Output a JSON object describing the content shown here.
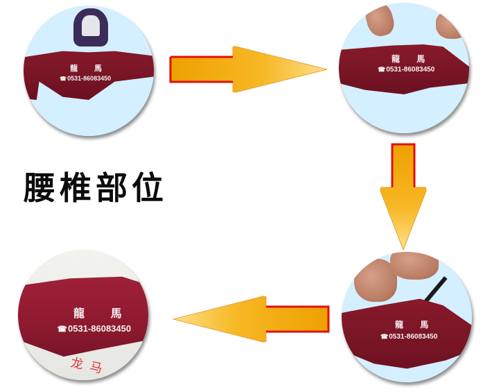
{
  "title": "腰椎部位",
  "steps": [
    {
      "position": "top-left",
      "brand": "龍 馬",
      "phone": "0531-86083450",
      "phone_icon": "telephone-icon"
    },
    {
      "position": "top-right",
      "brand": "龍 馬",
      "phone": "0531-86083450",
      "phone_icon": "telephone-icon"
    },
    {
      "position": "bottom-right",
      "brand": "龍 馬",
      "phone": "0531-86083450",
      "phone_icon": "telephone-icon"
    },
    {
      "position": "bottom-left",
      "brand": "龍 馬",
      "phone": "0531-86083450",
      "phone_icon": "telephone-icon",
      "tag_text": "龙马"
    }
  ],
  "arrows": [
    {
      "direction": "right",
      "from": "step-1",
      "to": "step-2"
    },
    {
      "direction": "down",
      "from": "step-2",
      "to": "step-3"
    },
    {
      "direction": "left",
      "from": "step-3",
      "to": "step-4"
    }
  ],
  "colors": {
    "background": "#ffffff",
    "circle_bg": "#d4efff",
    "belt": "#7a1626",
    "arrow_fill_light": "#fdd96a",
    "arrow_fill_dark": "#f0a000",
    "arrow_outline": "#e01010",
    "title_text": "#0c0c0c"
  }
}
